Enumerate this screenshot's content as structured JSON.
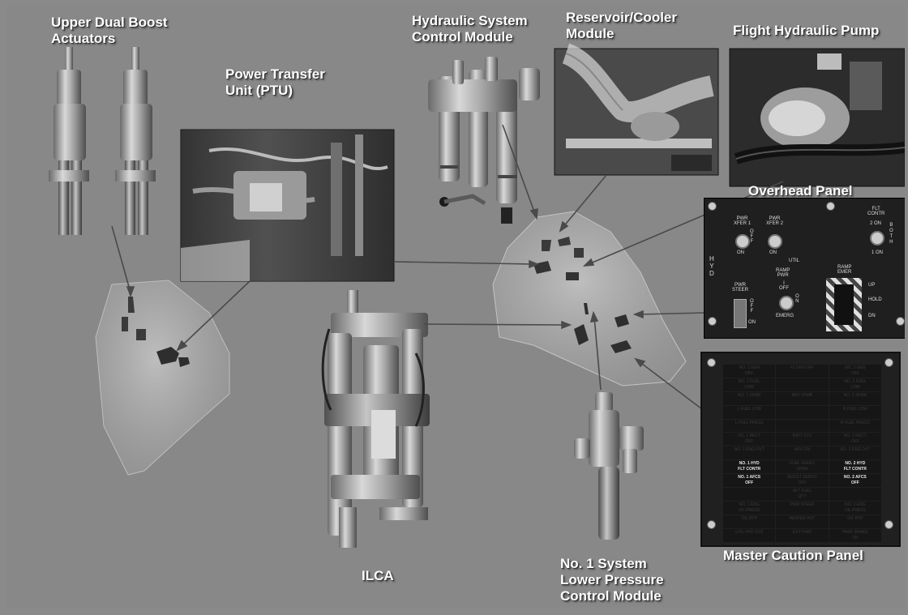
{
  "labels": {
    "upper_dual_boost": [
      "Upper Dual Boost",
      "Actuators"
    ],
    "ptu": [
      "Power Transfer",
      "Unit (PTU)"
    ],
    "hscm": [
      "Hydraulic System",
      "Control Module"
    ],
    "reservoir": [
      "Reservoir/Cooler",
      "Module"
    ],
    "flight_pump": "Flight Hydraulic Pump",
    "overhead_panel": "Overhead Panel",
    "master_caution": "Master Caution Panel",
    "ilca": "ILCA",
    "lower_pressure": [
      "No. 1 System",
      "Lower Pressure",
      "Control  Module"
    ]
  },
  "overhead": {
    "hyd": "H\nY\nD",
    "pwr_xfer1": "PWR\nXFER 1",
    "pwr_xfer2": "PWR\nXFER 2",
    "off": "O\nF\nF",
    "on": "ON",
    "on2": "ON",
    "flt_contr": "FLT\nCONTR",
    "two_on": "2 ON",
    "both": "B\nO\nT\nH",
    "one_on": "1 ON",
    "util": "UTIL",
    "ramp_pwr": "RAMP\nPWR",
    "ramp_off": "I\nOFF",
    "ramp_on": "O\nN",
    "emerg": "EMERG",
    "pwr_steer": "PWR\nSTEER",
    "steer_off": "O\nF\nF",
    "steer_on": "ON",
    "ramp_emer": "RAMP\nEMER",
    "up": "UP",
    "hold": "HOLD",
    "dn": "DN"
  },
  "caution_cells": [
    {
      "text": "NO. 1 GEN\nOFF",
      "lit": false
    },
    {
      "text": "#1 GEN OFF",
      "lit": false
    },
    {
      "text": "NO. 2 GEN\nOFF",
      "lit": false
    },
    {
      "text": "NO. 1 FUEL\nLOW",
      "lit": false
    },
    {
      "text": "",
      "lit": false
    },
    {
      "text": "NO. 2 FUEL\nLOW",
      "lit": false
    },
    {
      "text": "NO. 1 XFMR",
      "lit": false
    },
    {
      "text": "REV XFMR",
      "lit": false
    },
    {
      "text": "NO. 2 XFMR",
      "lit": false
    },
    {
      "text": "L FUEL LOW",
      "lit": false
    },
    {
      "text": "",
      "lit": false
    },
    {
      "text": "R FUEL LOW",
      "lit": false
    },
    {
      "text": "L FUEL PRESS",
      "lit": false
    },
    {
      "text": "",
      "lit": false
    },
    {
      "text": "R FUEL PRESS",
      "lit": false
    },
    {
      "text": "NO. 1 RECT\nOFF",
      "lit": false
    },
    {
      "text": "BATT SYS",
      "lit": false
    },
    {
      "text": "NO. 2 RECT\nOFF",
      "lit": false
    },
    {
      "text": "NO. 1 ENG OVT",
      "lit": false
    },
    {
      "text": "APU ON",
      "lit": false
    },
    {
      "text": "NO. 2 ENG OVT",
      "lit": false
    },
    {
      "text": "NO. 1 HYD\nFLT CONTR",
      "lit": true
    },
    {
      "text": "FUEL XFEED\nOPEN",
      "lit": false
    },
    {
      "text": "NO. 2 HYD\nFLT CONTR",
      "lit": true
    },
    {
      "text": "NO. 1 AFCS\nOFF",
      "lit": true
    },
    {
      "text": "BOOST SERVO\nOFF",
      "lit": false
    },
    {
      "text": "NO. 2 AFCS\nOFF",
      "lit": true
    },
    {
      "text": "",
      "lit": false
    },
    {
      "text": "AFT FUEL\nQTY",
      "lit": false
    },
    {
      "text": "",
      "lit": false
    },
    {
      "text": "NO. 1 ENG\nOIL PRESS",
      "lit": false
    },
    {
      "text": "PWR STEER",
      "lit": false
    },
    {
      "text": "NO. 2 ENG\nOIL PRESS",
      "lit": false
    },
    {
      "text": "OIL BYP",
      "lit": false
    },
    {
      "text": "HEATER HOT",
      "lit": false
    },
    {
      "text": "OIL BYP",
      "lit": false
    },
    {
      "text": "UTIL HYD SYS",
      "lit": false
    },
    {
      "text": "EXT PWR",
      "lit": false
    },
    {
      "text": "PARK BRAKE\nON",
      "lit": false
    }
  ],
  "colors": {
    "background": "#888888",
    "label": "#ffffff"
  }
}
